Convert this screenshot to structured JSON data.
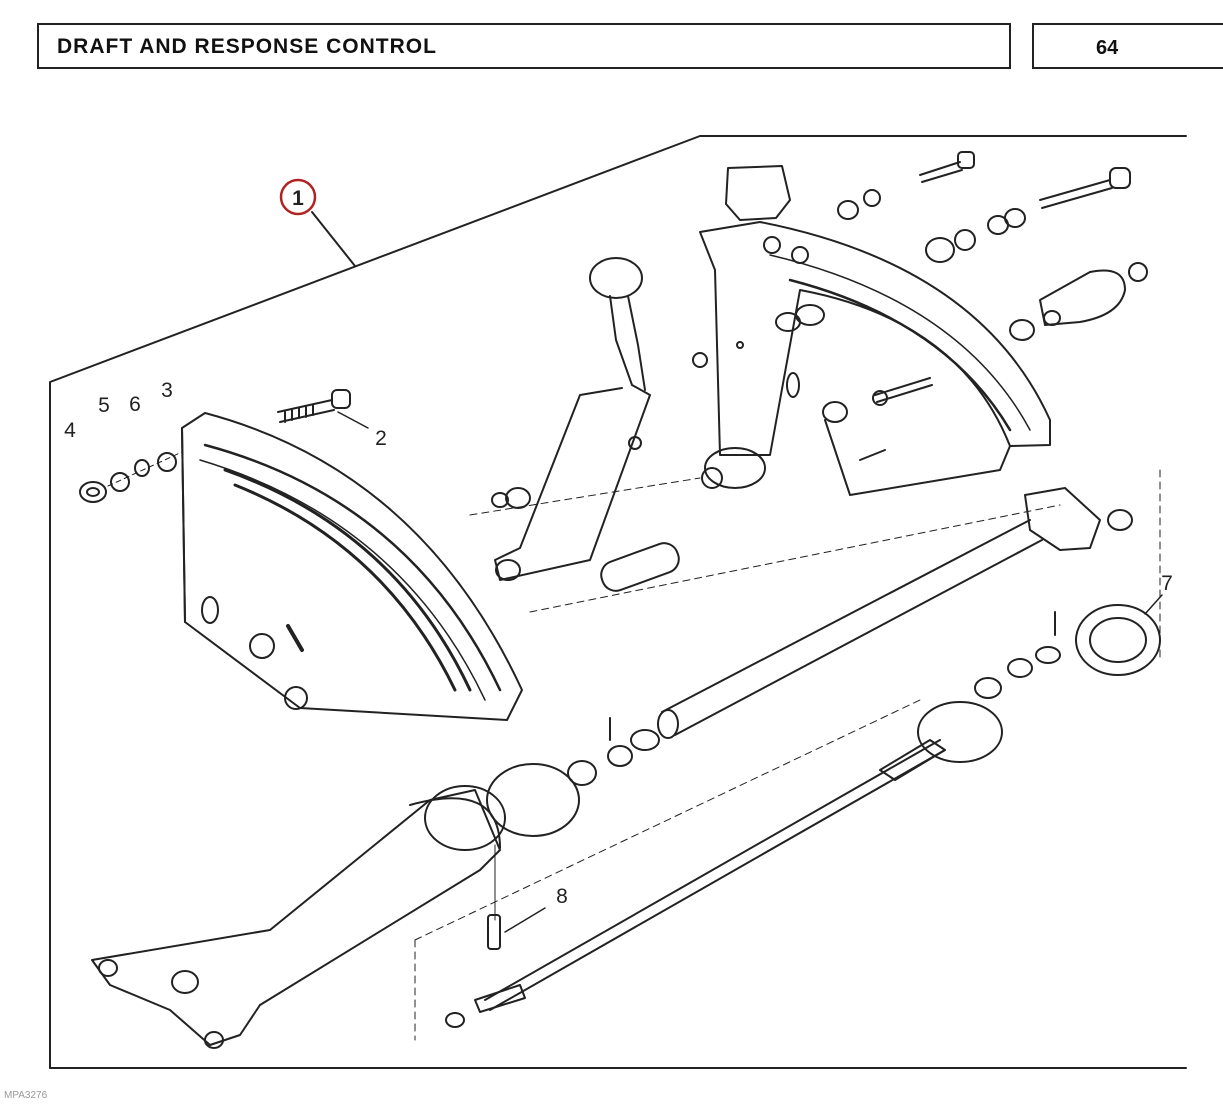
{
  "header": {
    "title": "DRAFT AND RESPONSE CONTROL",
    "page_number": "64"
  },
  "figure": {
    "reference": "MPA3276",
    "callouts": [
      {
        "label": "1",
        "highlighted": true
      },
      {
        "label": "2"
      },
      {
        "label": "3"
      },
      {
        "label": "4"
      },
      {
        "label": "5"
      },
      {
        "label": "6"
      },
      {
        "label": "7"
      },
      {
        "label": "8"
      }
    ],
    "highlight_color": "#b22222",
    "line_color": "#222222"
  }
}
